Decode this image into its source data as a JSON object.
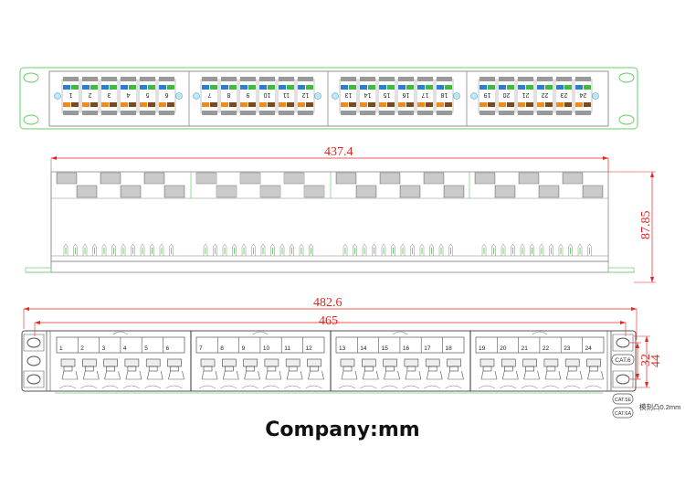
{
  "drawing": {
    "unit_caption": "Company:mm",
    "panel_ports": 24,
    "port_groups": [
      {
        "labels": [
          "1",
          "2",
          "3",
          "4",
          "5",
          "6"
        ]
      },
      {
        "labels": [
          "7",
          "8",
          "9",
          "10",
          "11",
          "12"
        ]
      },
      {
        "labels": [
          "13",
          "14",
          "15",
          "16",
          "17",
          "18"
        ]
      },
      {
        "labels": [
          "19",
          "20",
          "21",
          "22",
          "23",
          "24"
        ]
      }
    ],
    "dimensions": {
      "body_width": "437.4",
      "depth": "87.85",
      "overall_width": "482.6",
      "mount_spacing": "465",
      "hole_spacing": "32",
      "panel_height": "44"
    },
    "badges": {
      "primary": "CAT.6",
      "alt1": "CAT.5E",
      "alt2": "CAT.6A",
      "note": "模刻凸0.2mm"
    },
    "colors": {
      "dimension": "#e8221d",
      "outline": "#555555",
      "accent_green": "#49c84a",
      "wire_blue": "#2a7fd4",
      "wire_orange": "#f08a1c",
      "wire_brown": "#7a4a1e",
      "wire_green": "#3dbb3d"
    }
  }
}
